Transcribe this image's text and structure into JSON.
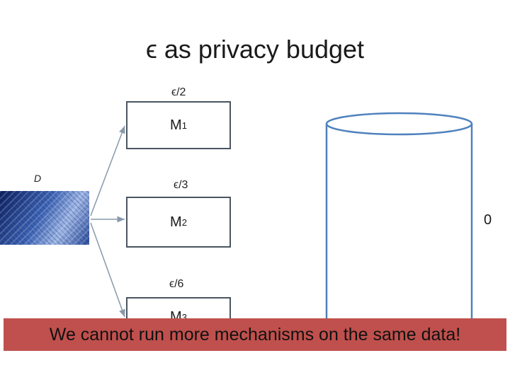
{
  "slide": {
    "title": "ϵ as privacy budget",
    "dataset_label": "D",
    "remaining_budget": "0",
    "banner_text": "We cannot run more mechanisms on the same data!"
  },
  "mechanisms": [
    {
      "name": "M",
      "sub": "1",
      "budget": "ϵ/2"
    },
    {
      "name": "M",
      "sub": "2",
      "budget": "ϵ/3"
    },
    {
      "name": "M",
      "sub": "3",
      "budget": "ϵ/6"
    }
  ],
  "colors": {
    "box_border": "#4a5560",
    "cylinder": "#4f81bd",
    "banner": "#c0504d",
    "arrow": "#8899aa"
  }
}
